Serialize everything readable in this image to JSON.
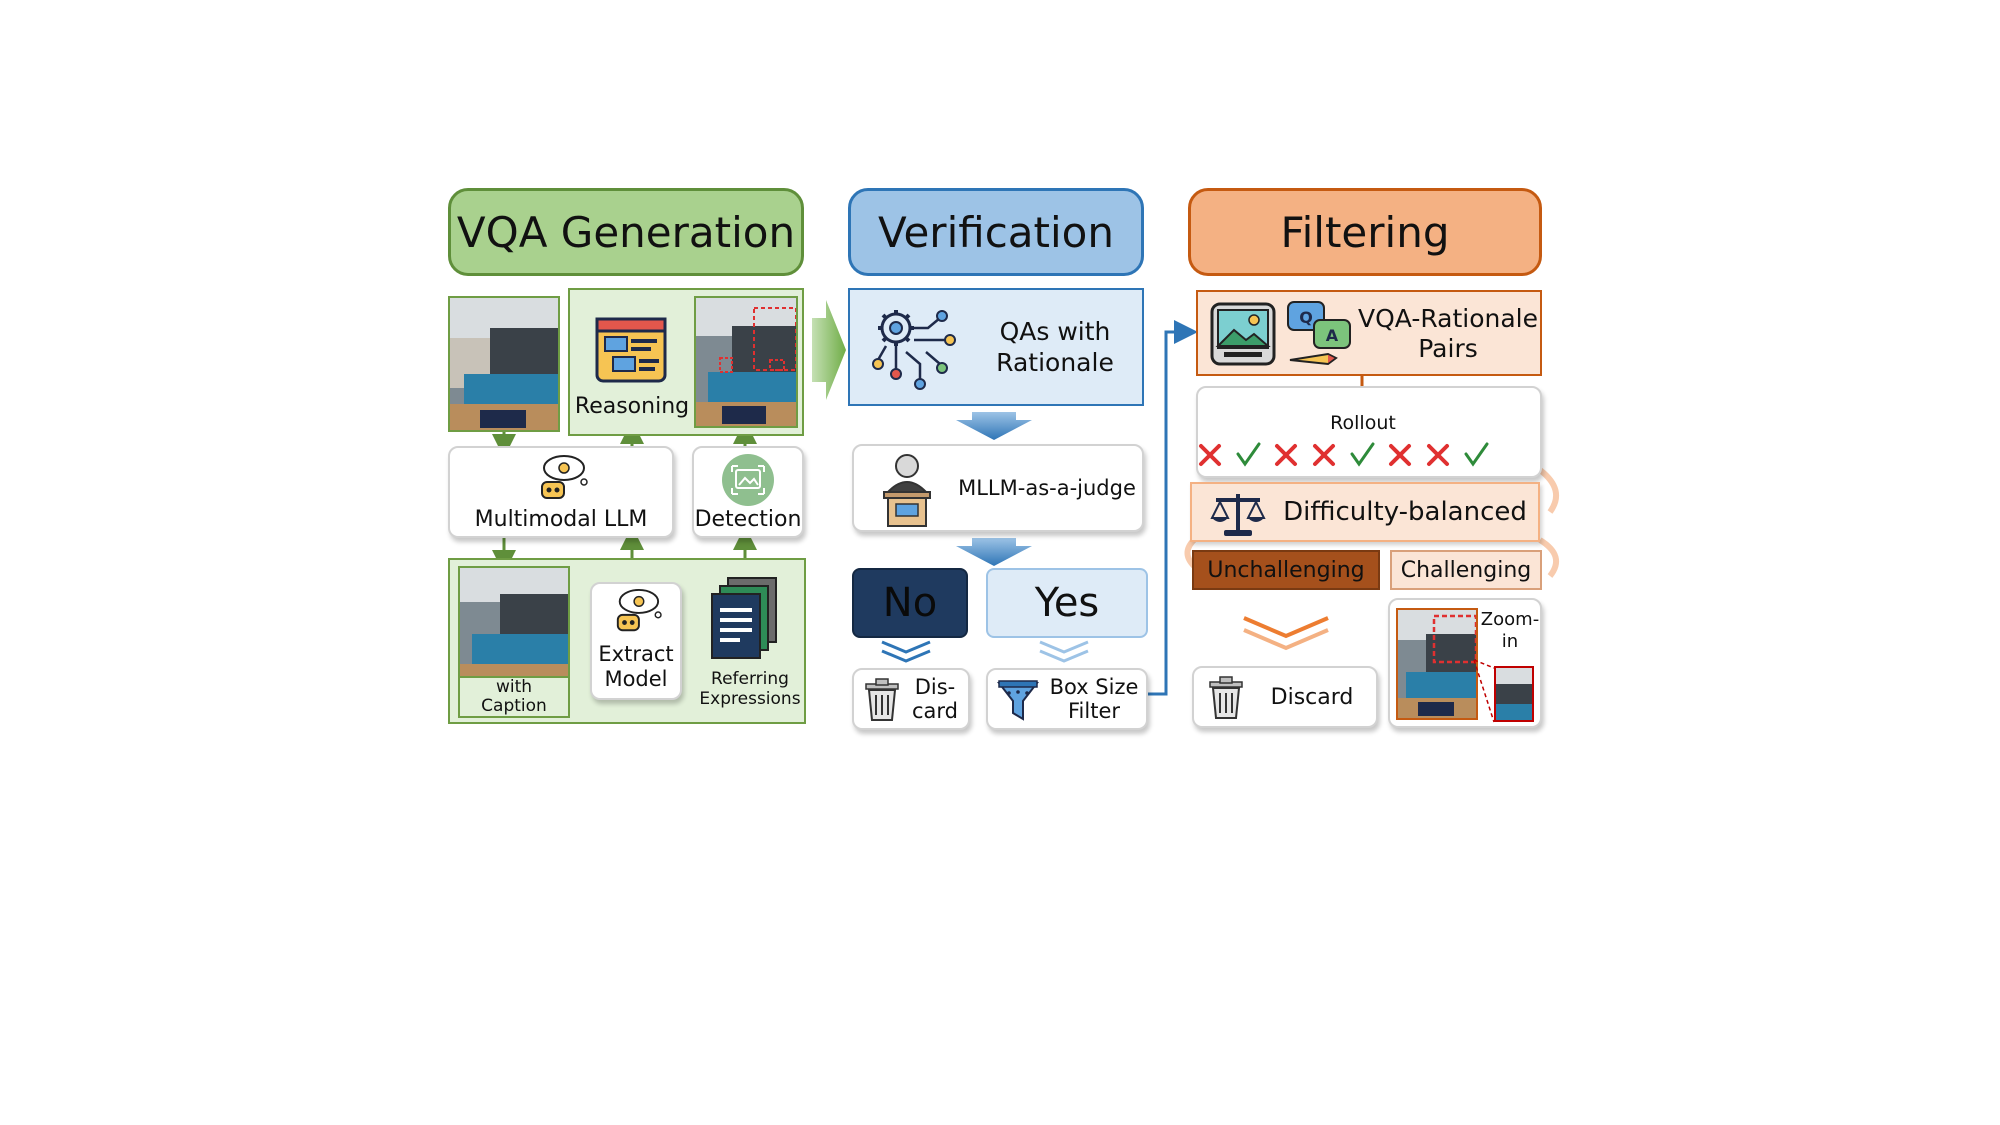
{
  "headers": {
    "vqa_generation": "VQA Generation",
    "verification": "Verification",
    "filtering": "Filtering"
  },
  "generation": {
    "reasoning": "Reasoning",
    "multimodal_llm": "Multimodal LLM",
    "detection": "Detection",
    "with_caption": "with\nCaption",
    "extract_model": "Extract\nModel",
    "referring_expressions": "Referring\nExpressions"
  },
  "verification": {
    "qas_with_rationale": "QAs with\nRationale",
    "judge": "MLLM-as-a-judge",
    "no": "No",
    "yes": "Yes",
    "discard": "Dis-\ncard",
    "box_size_filter": "Box Size\nFilter"
  },
  "filtering": {
    "vqa_rationale_pairs": "VQA-Rationale\nPairs",
    "rollout": "Rollout",
    "rollout_results": [
      "cross",
      "check",
      "cross",
      "cross",
      "check",
      "cross",
      "cross",
      "check"
    ],
    "difficulty_balanced": "Difficulty-balanced",
    "unchallenging": "Unchallenging",
    "challenging": "Challenging",
    "discard": "Discard",
    "zoom_in": "Zoom-\nin"
  },
  "colors": {
    "green_header": "#a9d18e",
    "green_border": "#5f8f3a",
    "blue_header": "#9dc3e6",
    "blue_border": "#2e75b6",
    "orange_header": "#f4b183",
    "orange_border": "#c55a11",
    "navy": "#1f3a5f",
    "brown": "#a5501c"
  }
}
